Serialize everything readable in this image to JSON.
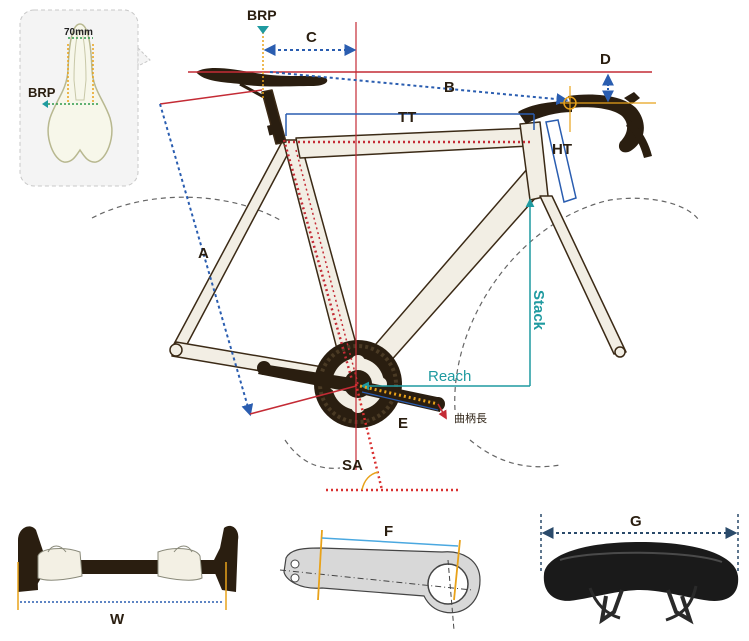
{
  "labels": {
    "brp_top": "BRP",
    "c": "C",
    "d": "D",
    "b": "B",
    "tt": "TT",
    "ht": "HT",
    "a": "A",
    "stack": "Stack",
    "reach": "Reach",
    "e": "E",
    "crank_length": "曲柄長",
    "sa": "SA",
    "f": "F",
    "g": "G",
    "w": "W",
    "inset_width": "70mm",
    "inset_brp": "BRP"
  },
  "colors": {
    "frame_outline": "#3b2a16",
    "frame_fill": "#f2eee4",
    "dark": "#2a1e10",
    "blue": "#2a5db0",
    "red": "#c42b35",
    "orange": "#e8a21a",
    "teal": "#1f9aa0",
    "green": "#2f9a4a",
    "ground": "#d93030",
    "wheel": "#666666"
  }
}
